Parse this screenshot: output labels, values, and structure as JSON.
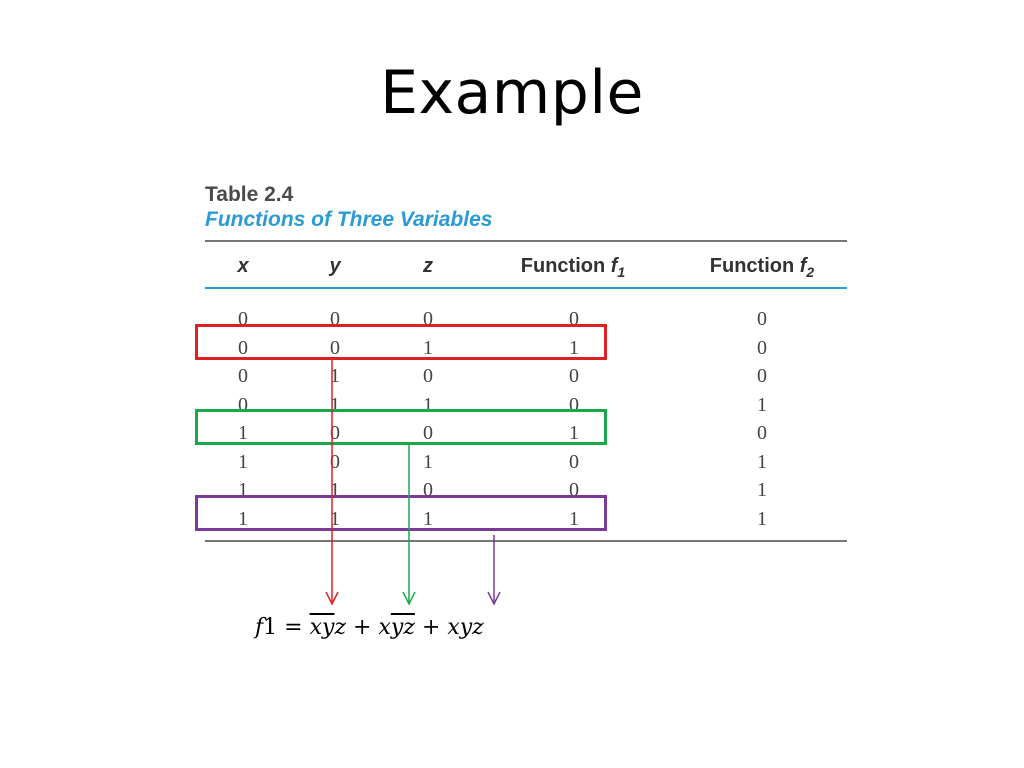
{
  "slide": {
    "title": "Example"
  },
  "table": {
    "caption_number": "Table 2.4",
    "caption_title": "Functions of Three Variables",
    "headers": {
      "x": "x",
      "y": "y",
      "z": "z",
      "f1_prefix": "Function ",
      "f1_letter": "f",
      "f1_sub": "1",
      "f2_prefix": "Function ",
      "f2_letter": "f",
      "f2_sub": "2"
    },
    "rows": [
      [
        "0",
        "0",
        "0",
        "0",
        "0"
      ],
      [
        "0",
        "0",
        "1",
        "1",
        "0"
      ],
      [
        "0",
        "1",
        "0",
        "0",
        "0"
      ],
      [
        "0",
        "1",
        "1",
        "0",
        "1"
      ],
      [
        "1",
        "0",
        "0",
        "1",
        "0"
      ],
      [
        "1",
        "0",
        "1",
        "0",
        "1"
      ],
      [
        "1",
        "1",
        "0",
        "0",
        "1"
      ],
      [
        "1",
        "1",
        "1",
        "1",
        "1"
      ]
    ]
  },
  "highlights": [
    {
      "row": 1,
      "color": "#e02020"
    },
    {
      "row": 4,
      "color": "#18a848"
    },
    {
      "row": 7,
      "color": "#7a3a9a"
    }
  ],
  "formula": {
    "lhs": "f",
    "lhs_num": "1",
    "eq": " = ",
    "t1_a": "x",
    "t1_b": "y",
    "t1_c": "z",
    "plus1": " + ",
    "t2_a": "x",
    "t2_b": "y",
    "t2_c": "z",
    "plus2": " + ",
    "t3": "xyz"
  }
}
